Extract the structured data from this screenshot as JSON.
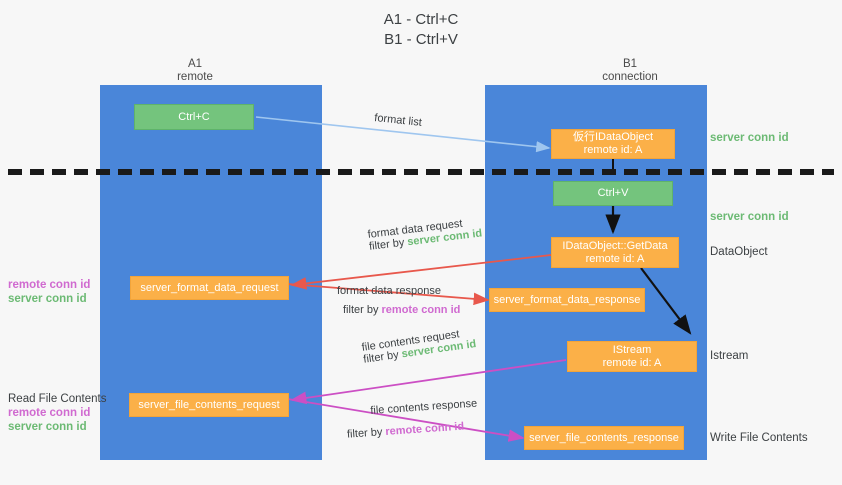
{
  "title": {
    "line1": "A1 - Ctrl+C",
    "line2": "B1 - Ctrl+V"
  },
  "columns": [
    {
      "name": "A1",
      "sub": "remote"
    },
    {
      "name": "B1",
      "sub": "connection"
    }
  ],
  "nodes": {
    "ctrl_c": {
      "label": "Ctrl+C"
    },
    "ctrl_v": {
      "label": "Ctrl+V"
    },
    "idataobject": {
      "line1": "仮行IDataObject",
      "line2": "remote id: A"
    },
    "getdata": {
      "line1": "IDataObject::GetData",
      "line2": "remote id: A"
    },
    "istream": {
      "line1": "IStream",
      "line2": "remote id: A"
    },
    "server_format_data_request": {
      "label": "server_format_data_request"
    },
    "server_format_data_response": {
      "label": "server_format_data_response"
    },
    "server_file_contents_request": {
      "label": "server_file_contents_request"
    },
    "server_file_contents_response": {
      "label": "server_file_contents_response"
    }
  },
  "right_labels": {
    "server_conn_id_top": "server conn id",
    "server_conn_id_mid": "server conn id",
    "dataobject": "DataObject",
    "istream": "Istream",
    "write_file_contents": "Write File Contents"
  },
  "left_labels": {
    "remote_conn_id_1": "remote conn id",
    "server_conn_id_1": "server conn id",
    "read_file_contents": "Read File Contents",
    "remote_conn_id_2": "remote conn id",
    "server_conn_id_2": "server conn id"
  },
  "arrows": {
    "format_list": {
      "label": "format list"
    },
    "format_data_request": {
      "line1": "format data request",
      "line2_prefix": "filter by ",
      "line2_value": "server conn id"
    },
    "format_data_response": {
      "line1": "format data response",
      "line2_prefix": "filter by ",
      "line2_value": "remote conn id"
    },
    "file_contents_request": {
      "line1": "file contents request",
      "line2_prefix": "filter by ",
      "line2_value": "server conn id"
    },
    "file_contents_response": {
      "line1": "file contents response",
      "line2_prefix": "filter by ",
      "line2_value": "remote conn id"
    }
  },
  "colors": {
    "lane": "#4a86d9",
    "green_node": "#74c47d",
    "orange_node": "#fbb048",
    "server_conn": "#6cba74",
    "remote_conn": "#d06ad0",
    "red_arrow": "#e8584c",
    "magenta_arrow": "#cc4fc4",
    "lightblue_arrow": "#9fc6ef",
    "black_arrow": "#111111"
  }
}
